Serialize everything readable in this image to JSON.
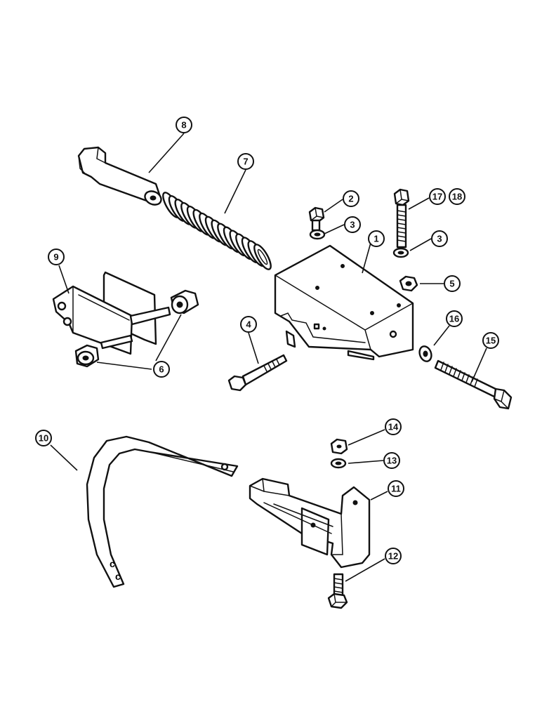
{
  "callouts": [
    {
      "id": "c8",
      "label": "8"
    },
    {
      "id": "c7",
      "label": "7"
    },
    {
      "id": "c2",
      "label": "2"
    },
    {
      "id": "c3a",
      "label": "3"
    },
    {
      "id": "c17",
      "label": "17"
    },
    {
      "id": "c18",
      "label": "18"
    },
    {
      "id": "c3b",
      "label": "3"
    },
    {
      "id": "c1",
      "label": "1"
    },
    {
      "id": "c9",
      "label": "9"
    },
    {
      "id": "c5",
      "label": "5"
    },
    {
      "id": "c4",
      "label": "4"
    },
    {
      "id": "c16",
      "label": "16"
    },
    {
      "id": "c15",
      "label": "15"
    },
    {
      "id": "c6",
      "label": "6"
    },
    {
      "id": "c10",
      "label": "10"
    },
    {
      "id": "c14",
      "label": "14"
    },
    {
      "id": "c13",
      "label": "13"
    },
    {
      "id": "c11",
      "label": "11"
    },
    {
      "id": "c12",
      "label": "12"
    }
  ]
}
